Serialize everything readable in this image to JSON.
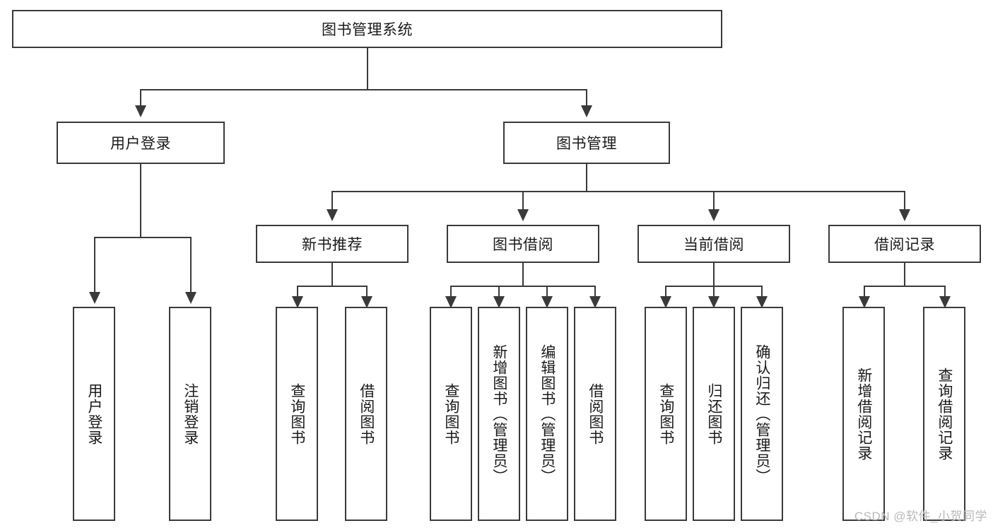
{
  "diagram": {
    "title": "图书管理系统",
    "type": "tree-hierarchy-chart",
    "watermark": "CSDN @软件_小贺同学",
    "root": {
      "label": "图书管理系统"
    },
    "level2": [
      {
        "label": "用户登录"
      },
      {
        "label": "图书管理"
      }
    ],
    "level3": [
      {
        "label": "新书推荐"
      },
      {
        "label": "图书借阅"
      },
      {
        "label": "当前借阅"
      },
      {
        "label": "借阅记录"
      }
    ],
    "leaves": {
      "user_login": [
        {
          "label": "用户登录"
        },
        {
          "label": "注销登录"
        }
      ],
      "new_book_recommend": [
        {
          "label": "查询图书"
        },
        {
          "label": "借阅图书"
        }
      ],
      "book_borrow": [
        {
          "label": "查询图书"
        },
        {
          "label": "新增图书（管理员）"
        },
        {
          "label": "编辑图书（管理员）"
        },
        {
          "label": "借阅图书"
        }
      ],
      "current_borrow": [
        {
          "label": "查询图书"
        },
        {
          "label": "归还图书"
        },
        {
          "label": "确认归还（管理员）"
        }
      ],
      "borrow_record": [
        {
          "label": "新增借阅记录"
        },
        {
          "label": "查询借阅记录"
        }
      ]
    },
    "colors": {
      "stroke": "#3a3a3a",
      "background": "#ffffff",
      "text": "#1a1a1a",
      "watermark": "#b9b9b9"
    }
  }
}
